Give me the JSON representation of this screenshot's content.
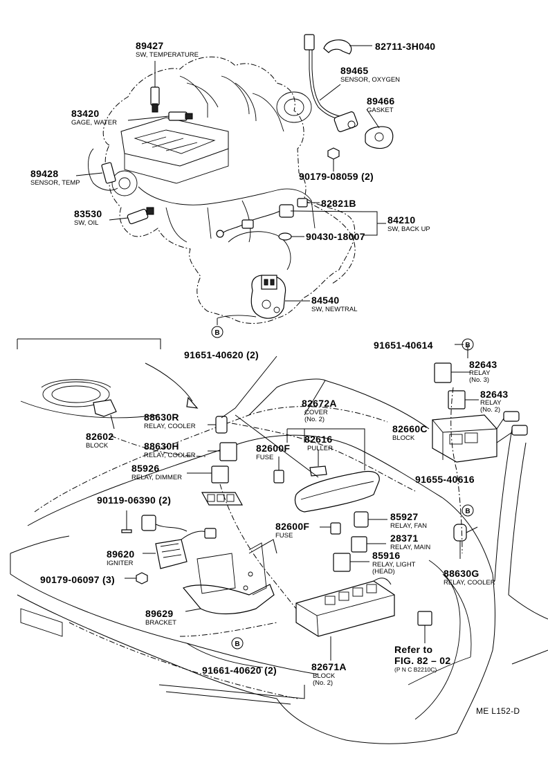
{
  "labels": {
    "p82711": {
      "part": "82711-3H040"
    },
    "p89427": {
      "part": "89427",
      "desc": "SW, TEMPERATURE"
    },
    "p89465": {
      "part": "89465",
      "desc": "SENSOR, OXYGEN"
    },
    "p89466": {
      "part": "89466",
      "desc": "GASKET"
    },
    "p83420": {
      "part": "83420",
      "desc": "GAGE, WATER"
    },
    "p90179a": {
      "part": "90179-08059 (2)"
    },
    "p89428": {
      "part": "89428",
      "desc": "SENSOR, TEMP"
    },
    "p82821": {
      "part": "82821B"
    },
    "p84210": {
      "part": "84210",
      "desc": "SW, BACK UP"
    },
    "p83530": {
      "part": "83530",
      "desc": "SW, OIL"
    },
    "p90430": {
      "part": "90430-18007"
    },
    "p84540": {
      "part": "84540",
      "desc": "SW, NEWTRAL"
    },
    "p91651a": {
      "part": "91651-40620 (2)"
    },
    "p91651b": {
      "part": "91651-40614"
    },
    "p82643a": {
      "part": "82643",
      "desc": "RELAY",
      "desc2": "(No. 3)"
    },
    "p82643b": {
      "part": "82643",
      "desc": "RELAY",
      "desc2": "(No. 2)"
    },
    "p82672": {
      "part": "82672A",
      "desc": "COVER",
      "desc2": "(No. 2)"
    },
    "p88630r": {
      "part": "88630R",
      "desc": "RELAY, COOLER"
    },
    "p82660": {
      "part": "82660C",
      "desc": "BLOCK"
    },
    "p82602": {
      "part": "82602",
      "desc": "BLOCK"
    },
    "p82616": {
      "part": "82616",
      "desc": "PULLER"
    },
    "p88630h": {
      "part": "88630H",
      "desc": "RELAY, COOLER"
    },
    "p82600a": {
      "part": "82600F",
      "desc": "FUSE"
    },
    "p85926": {
      "part": "85926",
      "desc": "RELAY, DIMMER"
    },
    "p91655": {
      "part": "91655-40616"
    },
    "p90119": {
      "part": "90119-06390 (2)"
    },
    "p82600b": {
      "part": "82600F",
      "desc": "FUSE"
    },
    "p85927": {
      "part": "85927",
      "desc": "RELAY, FAN"
    },
    "p28371": {
      "part": "28371",
      "desc": "RELAY, MAIN"
    },
    "p89620": {
      "part": "89620",
      "desc": "IGNITER"
    },
    "p85916": {
      "part": "85916",
      "desc": "RELAY, LIGHT",
      "desc2": "(HEAD)"
    },
    "p90179b": {
      "part": "90179-06097 (3)"
    },
    "p88630g": {
      "part": "88630G",
      "desc": "RELAY, COOLER"
    },
    "p89629": {
      "part": "89629",
      "desc": "BRACKET"
    },
    "p91661": {
      "part": "91661-40620 (2)"
    },
    "p82671": {
      "part": "82671A",
      "desc": "BLOCK",
      "desc2": "(No. 2)"
    }
  },
  "marker": "B",
  "refer": {
    "line1": "Refer to",
    "line2": "FIG. 82 – 02",
    "line3": "(P N C  B2210C)"
  },
  "figure_code": "ME L152-D"
}
